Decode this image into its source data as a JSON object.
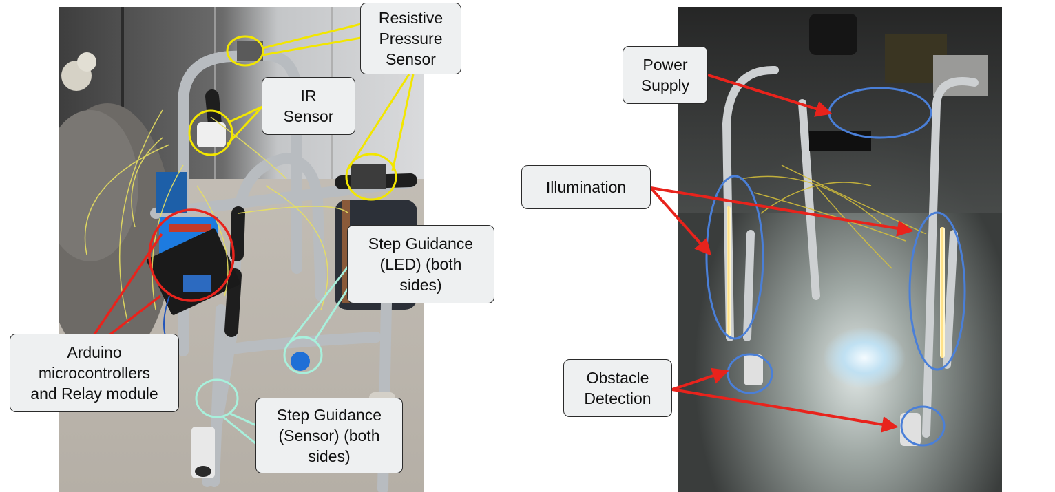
{
  "figure": {
    "left_panel": {
      "image": "walker-frame-daylight-photo",
      "callouts": {
        "resistive_pressure_sensor": "Resistive\nPressure\nSensor",
        "ir_sensor": "IR\nSensor",
        "step_guidance_led": "Step Guidance\n(LED) (both\nsides)",
        "arduino": "Arduino\nmicrocontrollers\nand Relay module",
        "step_guidance_sensor": "Step Guidance\n(Sensor) (both\nsides)"
      },
      "marker_colors": {
        "pressure": "#f2e600",
        "ir": "#f2e600",
        "arduino": "#e8231c",
        "step_guidance": "#a8f0dc"
      }
    },
    "right_panel": {
      "image": "walker-frame-dark-illuminated-photo",
      "callouts": {
        "power_supply": "Power\nSupply",
        "illumination": "Illumination",
        "obstacle_detection": "Obstacle\nDetection"
      },
      "marker_colors": {
        "ellipses": "#4a7fd8",
        "arrows": "#e8231c"
      }
    }
  }
}
